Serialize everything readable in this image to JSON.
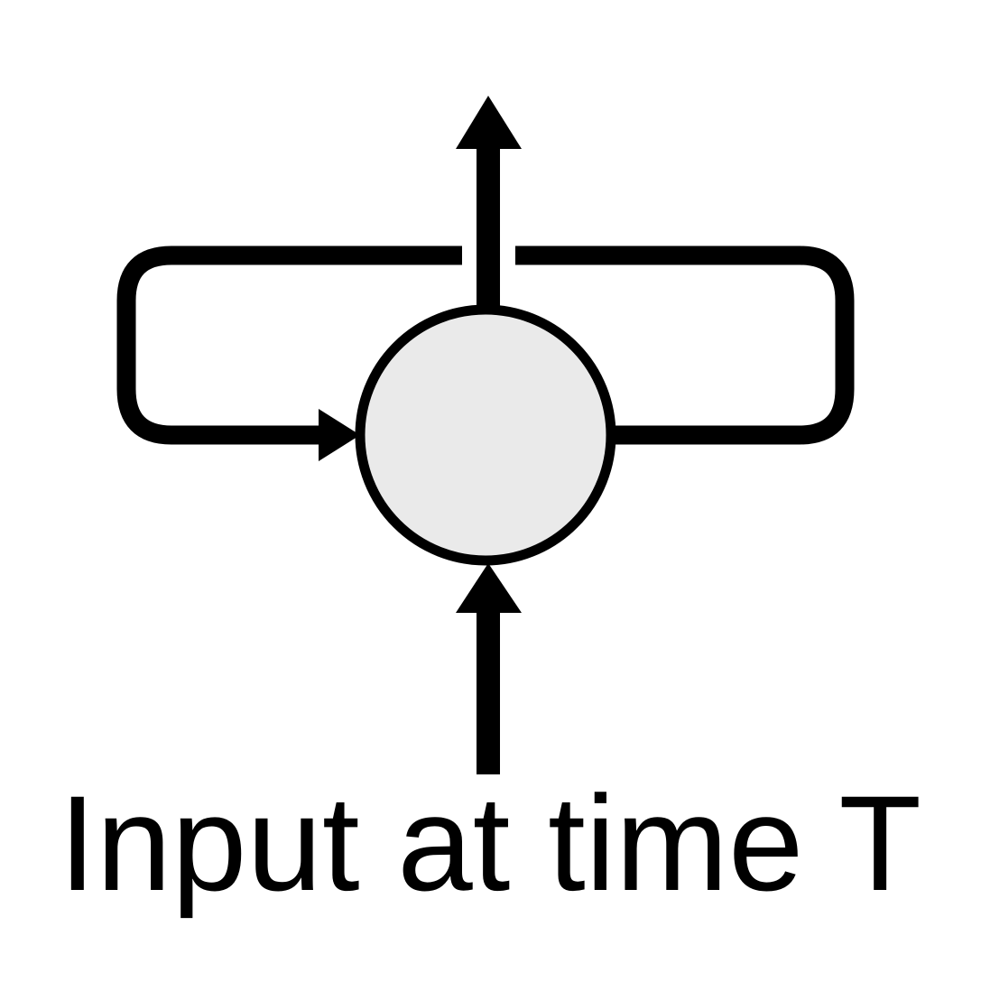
{
  "diagram": {
    "caption": "Input at time T",
    "node": {
      "fill": "#eaeaea",
      "stroke": "#000000"
    },
    "edges": [
      {
        "from": "input",
        "to": "node",
        "style": "arrow"
      },
      {
        "from": "node",
        "to": "output",
        "style": "arrow"
      },
      {
        "from": "node",
        "to": "node",
        "style": "recurrent-loop-arrow"
      }
    ]
  }
}
